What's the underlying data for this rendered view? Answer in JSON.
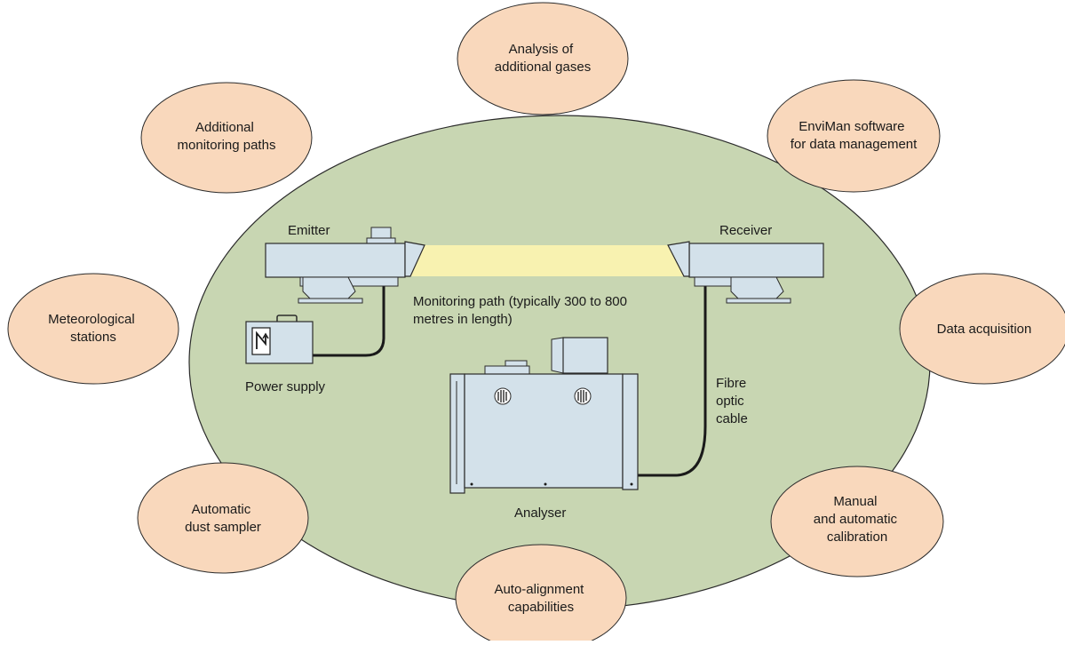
{
  "colors": {
    "big_ellipse_fill": "#c8d6b2",
    "big_ellipse_stroke": "#2b2b2b",
    "bubble_fill": "#f9d8bc",
    "bubble_stroke": "#2b2b2b",
    "device_fill": "#d3e1ea",
    "device_stroke": "#2b2b2b",
    "beam_fill": "#f8f2b0",
    "cable": "#1a1a1a"
  },
  "bubbles": {
    "additional_gases": [
      "Analysis of",
      "additional gases"
    ],
    "monitoring_paths": [
      "Additional",
      "monitoring paths"
    ],
    "enviman": [
      "EnviMan software",
      "for data management"
    ],
    "meteorological": [
      "Meteorological",
      "stations"
    ],
    "data_acquisition": [
      "Data acquisition"
    ],
    "dust_sampler": [
      "Automatic",
      "dust sampler"
    ],
    "calibration": [
      "Manual",
      "and automatic",
      "calibration"
    ],
    "auto_alignment": [
      "Auto-alignment",
      "capabilities"
    ]
  },
  "labels": {
    "emitter": "Emitter",
    "receiver": "Receiver",
    "monitoring_path": [
      "Monitoring path (typically 300 to 800",
      "metres in length)"
    ],
    "power_supply": "Power supply",
    "fibre": [
      "Fibre",
      "optic",
      "cable"
    ],
    "analyser": "Analyser"
  },
  "icons": {
    "power_supply_symbol": "lightning-symbol-icon",
    "speaker_grille": "speaker-grille-icon"
  }
}
